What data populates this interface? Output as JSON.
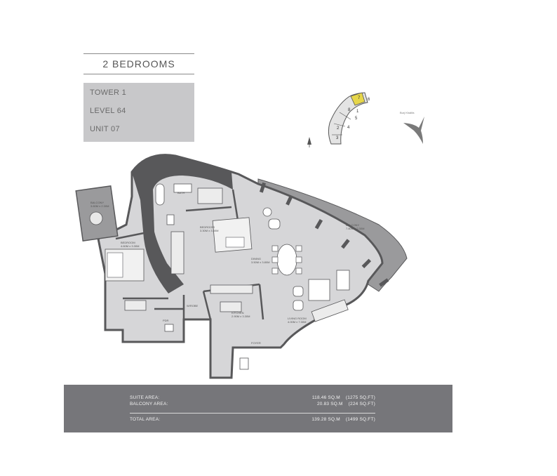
{
  "header": {
    "title": "2 BEDROOMS"
  },
  "unit_info": {
    "tower": "TOWER 1",
    "level": "LEVEL 64",
    "unit": "UNIT   07"
  },
  "key_plan": {
    "unit_numbers": [
      "7",
      "6",
      "8",
      "1",
      "2",
      "3",
      "4",
      "5"
    ],
    "direction_label": "Burj Khalifa"
  },
  "rooms": {
    "balcony_left": "BALCONY",
    "balcony_left_dim": "3.60M x 2.30M",
    "bath": "BATH",
    "bedroom_left": "BEDROOM",
    "bedroom_left_dim": "4.60M x 3.30M",
    "bedroom_master": "BEDROOM",
    "bedroom_master_dim": "3.30M x 3.50M",
    "dining": "DINING",
    "dining_dim": "3.50M x 3.80M",
    "balcony_right": "BALCONY",
    "balcony_right_dim": "7.80M x 2.30M",
    "kitchen": "KITCHEN",
    "kitchen_dim": "2.90M x 3.30M",
    "living": "LIVING ROOM",
    "living_dim": "4.00M x 7.30M",
    "wardrobe": "W/ROBE",
    "pdr": "PDR",
    "foyer": "FOYER"
  },
  "areas": {
    "suite_label": "SUITE AREA:",
    "suite_value": "118.46 SQ.M    (1275 SQ.FT)",
    "balcony_label": "BALCONY AREA:",
    "balcony_value": "20.83 SQ.M    (224 SQ.FT)",
    "total_label": "TOTAL AREA:",
    "total_value": "139.28 SQ.M    (1499 SQ.FT)"
  },
  "colors": {
    "walls": "#58585a",
    "floor": "#d6d6d8",
    "balcony": "#9a9a9c",
    "info_box": "#c8c8ca",
    "footer": "#76767a",
    "highlight": "#e6d64a"
  }
}
